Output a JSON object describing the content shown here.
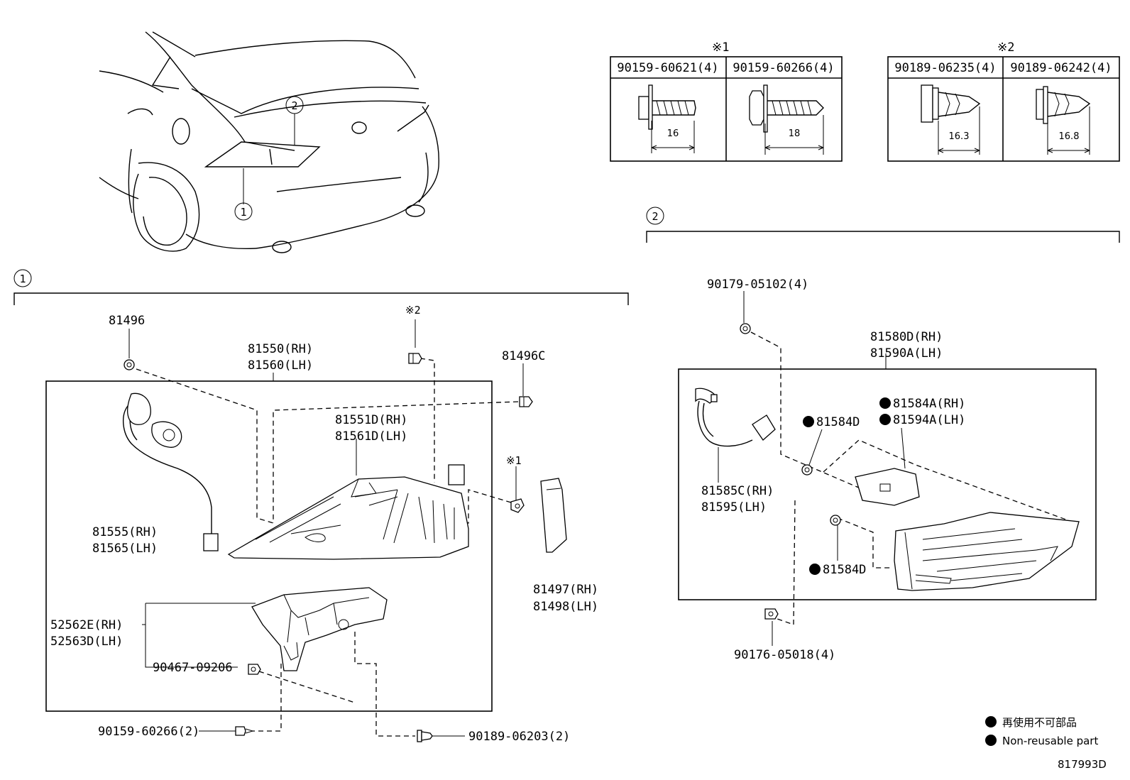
{
  "callouts": {
    "one": "1",
    "two": "2"
  },
  "fastener_table_1": {
    "mark": "※1",
    "headers": [
      "90159-60621(4)",
      "90159-60266(4)"
    ],
    "dims": [
      "16",
      "18"
    ]
  },
  "fastener_table_2": {
    "mark": "※2",
    "headers": [
      "90189-06235(4)",
      "90189-06242(4)"
    ],
    "dims": [
      "16.3",
      "16.8"
    ]
  },
  "group1": {
    "p81496": "81496",
    "p81550": "81550(RH)",
    "p81560": "81560(LH)",
    "mark2": "※2",
    "p81496c": "81496C",
    "p81551d": "81551D(RH)",
    "p81561d": "81561D(LH)",
    "mark1": "※1",
    "p81555": "81555(RH)",
    "p81565": "81565(LH)",
    "p81497": "81497(RH)",
    "p81498": "81498(LH)",
    "p52562e": "52562E(RH)",
    "p52563d": "52563D(LH)",
    "p90467": "90467-09206",
    "p90159": "90159-60266(2)",
    "p90189": "90189-06203(2)"
  },
  "group2": {
    "p90179": "90179-05102(4)",
    "p81580d": "81580D(RH)",
    "p81590a": "81590A(LH)",
    "p81584a": "81584A(RH)",
    "p81594a": "81594A(LH)",
    "p81584d_top": "81584D",
    "p81585c": "81585C(RH)",
    "p81595": "81595(LH)",
    "p81584d_bottom": "81584D",
    "p90176": "90176-05018(4)"
  },
  "legend": {
    "jp": "再使用不可部品",
    "en": "Non-reusable part"
  },
  "diagram_id": "817993D"
}
